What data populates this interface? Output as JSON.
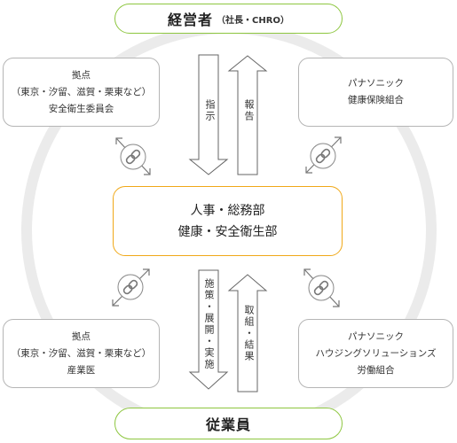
{
  "top": {
    "title": "経営者",
    "sub": "（社長・CHRO）"
  },
  "bottom": {
    "title": "従業員"
  },
  "center": {
    "line1": "人事・総務部",
    "line2": "健康・安全衛生部"
  },
  "top_left": {
    "line1": "拠点",
    "line2": "（東京・汐留、滋賀・栗東など）",
    "line3": "安全衛生委員会"
  },
  "top_right": {
    "line1": "パナソニック",
    "line2": "健康保険組合"
  },
  "bottom_left": {
    "line1": "拠点",
    "line2": "（東京・汐留、滋賀・栗東など）",
    "line3": "産業医"
  },
  "bottom_right": {
    "line1": "パナソニック",
    "line2": "ハウジングソリューションズ",
    "line3": "労働組合"
  },
  "arrows": {
    "top_down": "指示",
    "top_up": "報告",
    "bottom_down": "施策・展開・実施",
    "bottom_up": "取組・結果"
  },
  "icons": [
    "link-icon",
    "double-arrow-icon"
  ],
  "colors": {
    "green": "#8dc63f",
    "orange": "#f0a818",
    "gray": "#b5b5b5",
    "ring": "#ebebeb"
  }
}
